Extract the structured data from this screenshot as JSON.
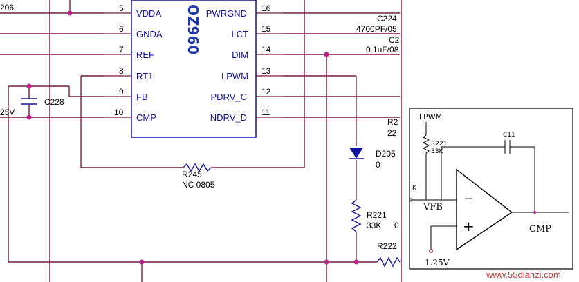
{
  "ic": {
    "name": "OZ960",
    "left_pins": [
      {
        "num": "5",
        "name": "VDDA"
      },
      {
        "num": "6",
        "name": "GNDA"
      },
      {
        "num": "7",
        "name": "REF"
      },
      {
        "num": "8",
        "name": "RT1"
      },
      {
        "num": "9",
        "name": "FB"
      },
      {
        "num": "10",
        "name": "CMP"
      }
    ],
    "right_pins": [
      {
        "num": "16",
        "name": "PWRGND"
      },
      {
        "num": "15",
        "name": "LCT"
      },
      {
        "num": "14",
        "name": "DIM"
      },
      {
        "num": "13",
        "name": "LPWM"
      },
      {
        "num": "12",
        "name": "PDRV_C"
      },
      {
        "num": "11",
        "name": "NDRV_D"
      }
    ]
  },
  "labels": {
    "net206": "206",
    "c224": "C224",
    "c224_val": "4700PF/05",
    "c2_partial": "C2",
    "c2_val": "0.1uF/08",
    "c228": "C228",
    "v25": "25V",
    "r2x": "R2",
    "r2x_val": "22",
    "d205": "D205",
    "d205_val": "0",
    "r245": "R245",
    "r245_val": "NC 0805",
    "r221": "R221",
    "r221_val": "33K",
    "r221_tail": "0",
    "r222": "R222"
  },
  "inset": {
    "lpwm": "LPWM",
    "r221": "R221",
    "r221_val": "33K",
    "c11": "C11",
    "k": "K",
    "vfb": "VFB",
    "minus": "−",
    "plus": "+",
    "cmp": "CMP",
    "vref": "1.25V"
  },
  "watermark": "www.55dianzi.com",
  "colors": {
    "wire": "#7a1844",
    "ink": "#13139a",
    "junction": "#c0208a",
    "watermark": "#c03838"
  }
}
